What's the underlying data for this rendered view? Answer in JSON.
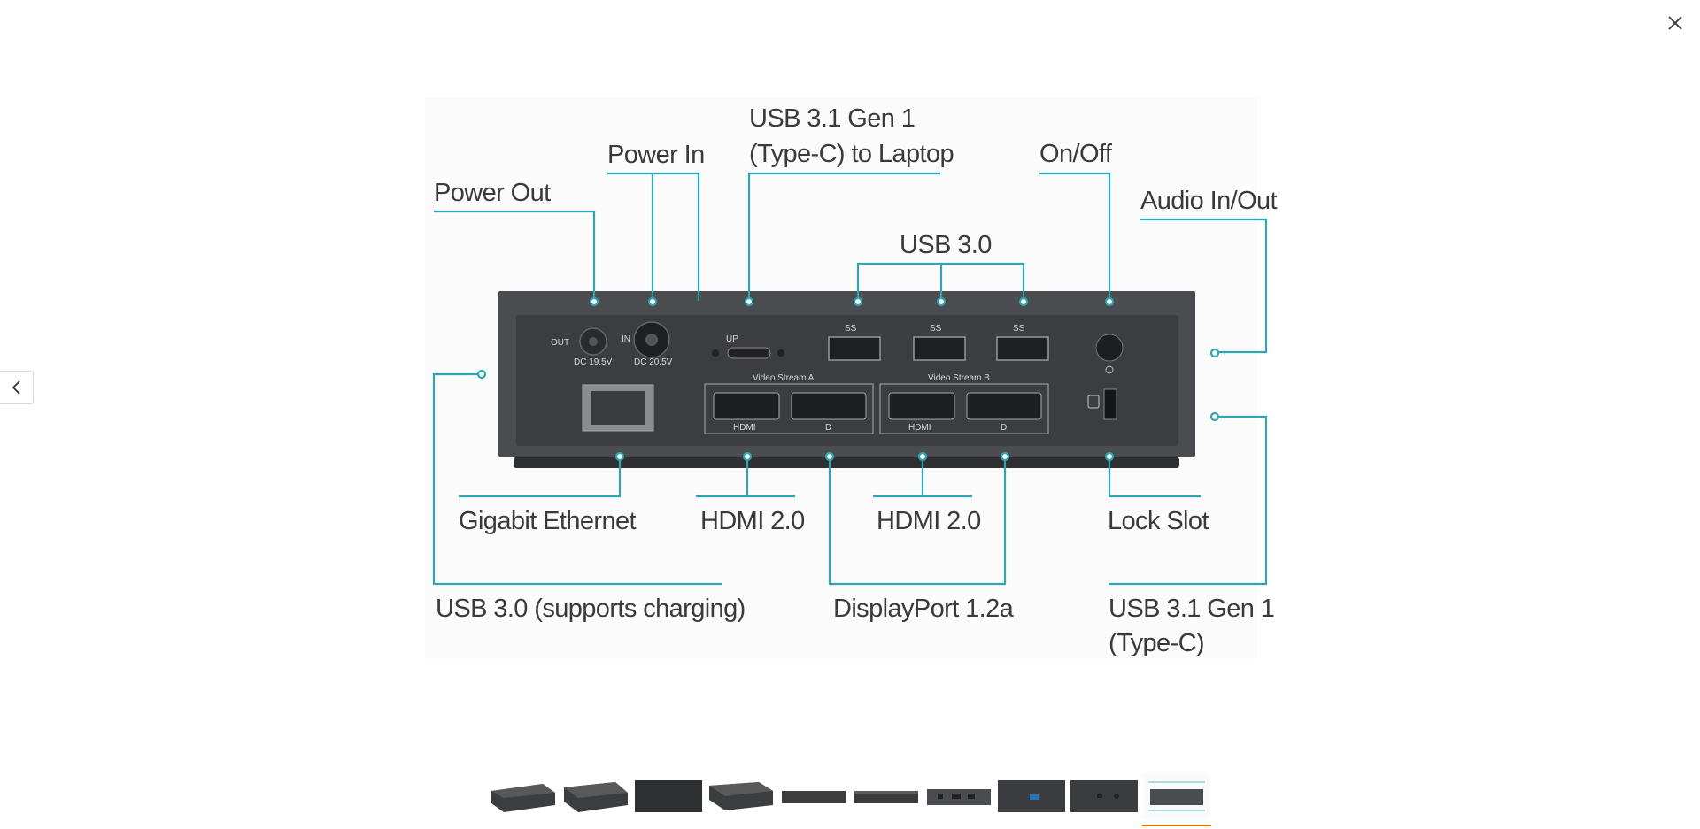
{
  "viewer": {
    "close_label": "×",
    "prev_label": "‹"
  },
  "diagram": {
    "top_labels": {
      "power_out": "Power Out",
      "power_in": "Power In",
      "usb31_laptop_line1": "USB 3.1 Gen 1",
      "usb31_laptop_line2": "(Type-C) to Laptop",
      "on_off": "On/Off",
      "usb30": "USB 3.0",
      "audio": "Audio In/Out"
    },
    "bottom_labels": {
      "ethernet": "Gigabit Ethernet",
      "hdmi_a": "HDMI 2.0",
      "hdmi_b": "HDMI 2.0",
      "lock": "Lock Slot",
      "usb30_charging": "USB 3.0 (supports charging)",
      "displayport": "DisplayPort 1.2a",
      "usb31_c_line1": "USB 3.1 Gen 1",
      "usb31_c_line2": "(Type-C)"
    },
    "device_text": {
      "out": "OUT",
      "dc_out": "DC 19.5V",
      "in": "IN",
      "dc_in": "DC 20.5V",
      "up": "UP",
      "ss": "SS",
      "video_a": "Video Stream A",
      "video_b": "Video Stream B",
      "hdmi": "HDMI",
      "dp": "D"
    },
    "accent_color": "#2fa6b1",
    "device_color": "#4a4c4f"
  },
  "thumbnails": [
    {
      "name": "dock-front-angle",
      "active": false
    },
    {
      "name": "dock-side-angle",
      "active": false
    },
    {
      "name": "dock-top",
      "active": false
    },
    {
      "name": "dock-angle-2",
      "active": false
    },
    {
      "name": "dock-flat",
      "active": false
    },
    {
      "name": "dock-flat-2",
      "active": false
    },
    {
      "name": "dock-rear-ports",
      "active": false
    },
    {
      "name": "dock-front-usb",
      "active": false
    },
    {
      "name": "dock-front-audio",
      "active": false
    },
    {
      "name": "dock-port-diagram",
      "active": true
    }
  ]
}
